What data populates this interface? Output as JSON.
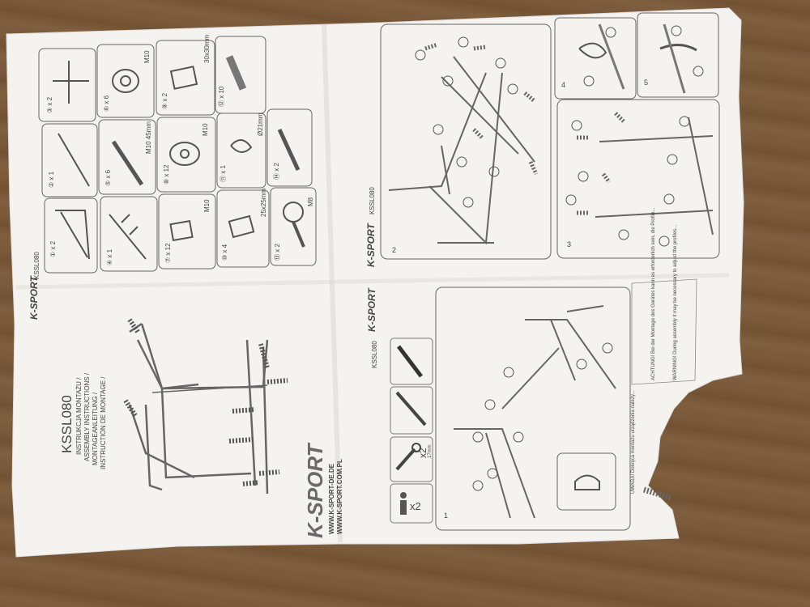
{
  "left_page": {
    "model": "KSSL080",
    "instructions": [
      "INSTRUKCJA MONTAŻU /",
      "ASSEMBLY INSTRUCTIONS /",
      "MONTAGEANLEITUNG /",
      "INSTRUCTION DE MONTAGE /"
    ],
    "brand_logo": "K-SPORT",
    "websites": [
      "WWW.K-SPORT-DE.DE",
      "WWW.K-SPORT.COM.PL"
    ],
    "header_model": "KSSL080",
    "header_logo": "K-SPORT",
    "parts": [
      {
        "label": "① x 2"
      },
      {
        "label": "② x 1"
      },
      {
        "label": "③ x 2"
      },
      {
        "label": "④ x 1"
      },
      {
        "label": "⑤ x 6",
        "spec": "M10 45mm"
      },
      {
        "label": "⑥ x 6",
        "spec": "M10"
      },
      {
        "label": "⑦ x 12",
        "spec": "M10"
      },
      {
        "label": "⑧ x 12",
        "spec": "M10"
      },
      {
        "label": "⑨ x 2",
        "spec": "30x30mm"
      },
      {
        "label": "⑩ x 4",
        "spec": "25x25mm"
      },
      {
        "label": "⑪ x 1",
        "spec": "Ø21mm"
      },
      {
        "label": "⑫ x 10"
      },
      {
        "label": "⑬ x 2",
        "spec": "M8"
      },
      {
        "label": "⑭ x 2"
      }
    ]
  },
  "right_page": {
    "header_model": "KSSL080",
    "header_logo": "K-SPORT",
    "step1": {
      "number": "1",
      "persons": "x2",
      "tools": "x2",
      "tool_size": "17mm"
    },
    "step2": {
      "number": "2"
    },
    "step3": {
      "number": "3"
    },
    "step4": {
      "number": "4"
    },
    "step5": {
      "number": "5"
    },
    "warnings": [
      "UWAGA! Dokręca montażu urządzenia należy...",
      "ACHTUNG! Bei der Montage des Gerätes kann es erforderlich sein, die Profile...",
      "WARNING! During assembly it may be necessary to adjust the profiles..."
    ]
  }
}
